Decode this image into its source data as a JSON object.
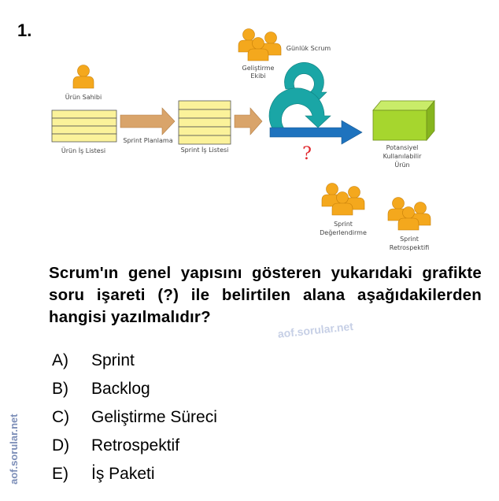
{
  "question_number": "1.",
  "diagram": {
    "labels": {
      "product_owner": "Ürün Sahibi",
      "product_backlog": "Ürün İş Listesi",
      "sprint_planning": "Sprint Planlama",
      "sprint_backlog": "Sprint İş Listesi",
      "dev_team_line1": "Geliştirme",
      "dev_team_line2": "Ekibi",
      "daily_scrum": "Günlük Scrum",
      "question_mark": "?",
      "product_line1": "Potansiyel",
      "product_line2": "Kullanılabilir",
      "product_line3": "Ürün",
      "sprint_review_line1": "Sprint",
      "sprint_review_line2": "Değerlendirme",
      "sprint_retro_line1": "Sprint",
      "sprint_retro_line2": "Retrospektifi"
    },
    "colors": {
      "person": "#f4a81d",
      "backlog_fill": "#fbf29a",
      "flow_arrow": "#d9a46a",
      "cycle_arrow": "#1aa6a6",
      "sprint_arrow": "#1e73be",
      "product_box": "#a6d62e",
      "question_mark": "#e0262b"
    }
  },
  "question": "Scrum'ın genel yapısını gösteren yukarıdaki grafikte soru işareti (?) ile belirtilen alana aşağıdakilerden hangisi yazılmalıdır?",
  "options": [
    {
      "letter": "A)",
      "text": "Sprint"
    },
    {
      "letter": "B)",
      "text": "Backlog"
    },
    {
      "letter": "C)",
      "text": "Geliştirme Süreci"
    },
    {
      "letter": "D)",
      "text": "Retrospektif"
    },
    {
      "letter": "E)",
      "text": "İş Paketi"
    }
  ],
  "watermarks": {
    "center": "aof.sorular.net",
    "side": "aof.sorular.net"
  }
}
